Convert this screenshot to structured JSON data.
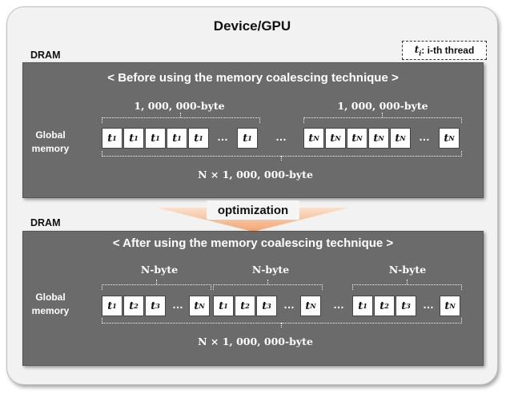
{
  "device_title": "Device/GPU",
  "legend": {
    "symbol": "t",
    "sub": "i",
    "text": " : i-th thread"
  },
  "dram_label": "DRAM",
  "before": {
    "title": "< Before using the memory coalescing technique >",
    "global_memory_label": [
      "Global",
      "memory"
    ],
    "group1_label": "1, 000, 000-byte",
    "group2_label": "1, 000, 000-byte",
    "total_label": "N × 1, 000, 000-byte",
    "ellipsis": "…",
    "group1_cells": [
      "1",
      "1",
      "1",
      "1",
      "1",
      "1"
    ],
    "group2_cells": [
      "N",
      "N",
      "N",
      "N",
      "N",
      "N"
    ]
  },
  "optimization_label": "optimization",
  "after": {
    "title": "< After using the memory coalescing technique >",
    "global_memory_label": [
      "Global",
      "memory"
    ],
    "group_label": "N-byte",
    "total_label": "N × 1, 000, 000-byte",
    "ellipsis": "…",
    "group_cells": [
      "1",
      "2",
      "3",
      "N"
    ]
  },
  "colors": {
    "panel": "#6b6b6b",
    "device_bg": "#f2f2f2",
    "arrow": "#f5b184"
  }
}
